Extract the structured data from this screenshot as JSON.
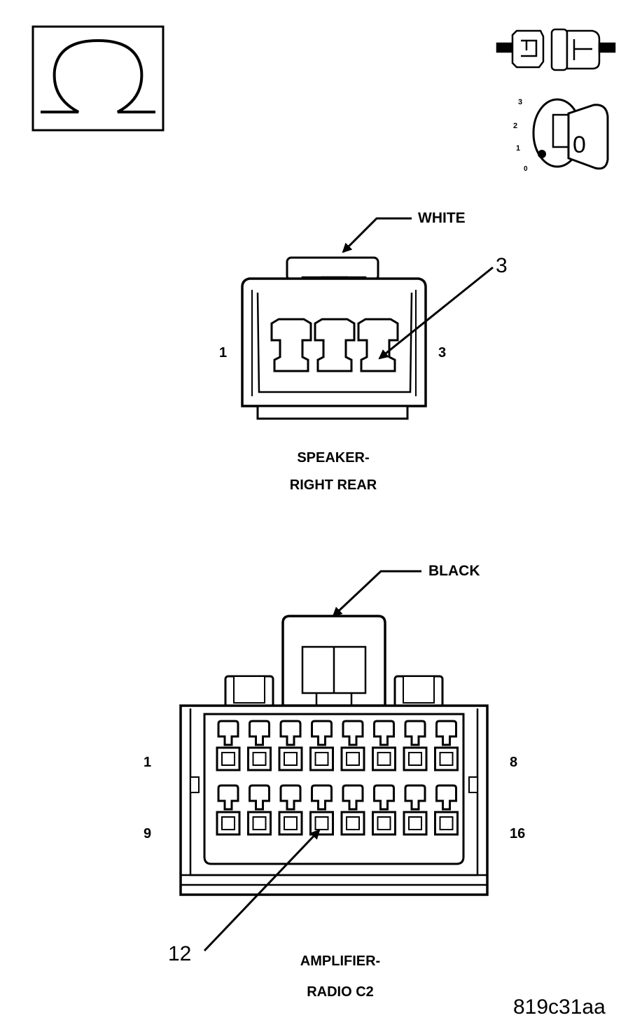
{
  "icons": {
    "ohm": "ohm-symbol-icon",
    "disconnect": "disconnect-connector-icon",
    "ignition": "ignition-key-off-icon"
  },
  "ignition_positions": [
    "3",
    "2",
    "1",
    "0"
  ],
  "ignition_key_label": "0",
  "speaker_connector": {
    "color_label": "WHITE",
    "callout": "3",
    "pin_left": "1",
    "pin_right": "3",
    "caption_line1": "SPEAKER-",
    "caption_line2": "RIGHT REAR"
  },
  "amplifier_connector": {
    "color_label": "BLACK",
    "callout": "12",
    "pin_top_left": "1",
    "pin_top_right": "8",
    "pin_bottom_left": "9",
    "pin_bottom_right": "16",
    "caption_line1": "AMPLIFIER-",
    "caption_line2": "RADIO C2"
  },
  "figure_id": "819c31aa"
}
